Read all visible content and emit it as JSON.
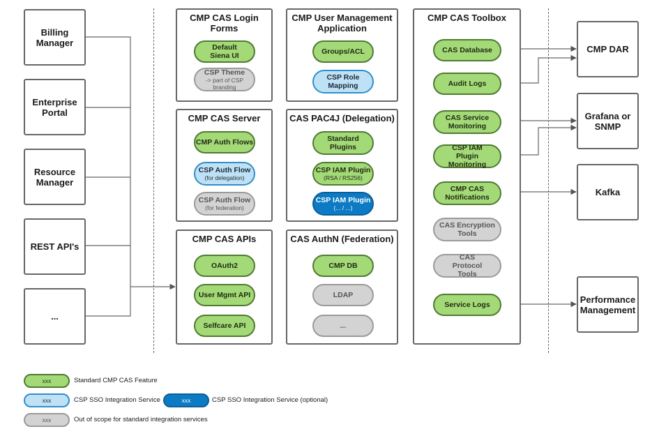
{
  "clients": [
    "Billing Manager",
    "Enterprise Portal",
    "Resource Manager",
    "REST API's",
    "..."
  ],
  "login_forms": {
    "title": "CMP CAS Login Forms",
    "default_siena": "Default Siena UI",
    "csp_theme": "CSP Theme",
    "csp_theme_sub": "-> part of CSP branding"
  },
  "user_mgmt": {
    "title": "CMP User Management Application",
    "groups_acl": "Groups/ACL",
    "csp_role_mapping": "CSP Role Mapping"
  },
  "cas_server": {
    "title": "CMP CAS Server",
    "auth_flows": "CMP Auth Flows",
    "csp_flow_delegation": "CSP Auth Flow",
    "csp_flow_delegation_sub": "(for delegation)",
    "csp_flow_federation": "CSP Auth Flow",
    "csp_flow_federation_sub": "(for federation)"
  },
  "pac4j": {
    "title": "CAS PAC4J (Delegation)",
    "standard_plugins": "Standard Plugins",
    "csp_iam_plugin": "CSP IAM Plugin",
    "csp_iam_plugin_sub": "(RSA / RS256)",
    "csp_iam_plugin_opt": "CSP IAM Plugin",
    "csp_iam_plugin_opt_sub": "(... / ...)"
  },
  "apis": {
    "title": "CMP CAS APIs",
    "oauth2": "OAuth2",
    "user_mgmt_api": "User Mgmt API",
    "selfcare_api": "Selfcare API"
  },
  "authn": {
    "title": "CAS AuthN (Federation)",
    "cmp_db": "CMP DB",
    "ldap": "LDAP",
    "more": "..."
  },
  "toolbox": {
    "title": "CMP CAS Toolbox",
    "cas_database": "CAS Database",
    "audit_logs": "Audit Logs",
    "service_monitoring": "CAS Service Monitoring",
    "iam_plugin_monitoring": "CSP IAM Plugin Monitoring",
    "notifications": "CMP CAS Notifications",
    "encryption_tools": "CAS Encryption Tools",
    "protocol_tools": "CAS Protocol Tools",
    "service_logs": "Service Logs"
  },
  "targets": {
    "cmp_dar": "CMP DAR",
    "grafana": "Grafana or SNMP",
    "kafka": "Kafka",
    "performance": "Performance Management"
  },
  "legend": {
    "pill_text": "xxx",
    "standard": "Standard CMP CAS Feature",
    "csp_sso": "CSP SSO Integration Service",
    "csp_sso_optional": "CSP SSO Integration Service (optional)",
    "out_of_scope": "Out of scope for standard integration services"
  },
  "colors": {
    "green_fill": "#a3d977",
    "light_blue_fill": "#bfe1f5",
    "dark_blue_fill": "#0d7bc4",
    "gray_fill": "#d3d3d3"
  }
}
